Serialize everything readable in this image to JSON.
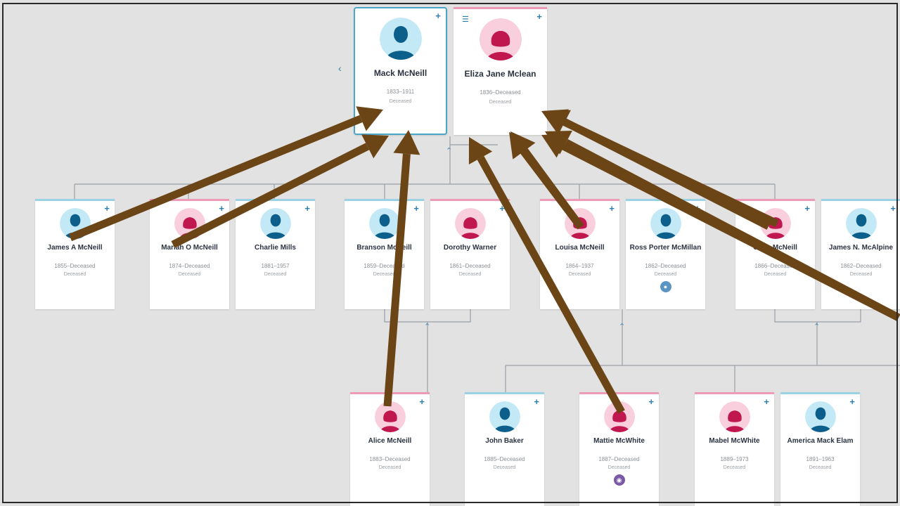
{
  "tree": {
    "parents": [
      {
        "key": "mack",
        "name": "Mack McNeill",
        "dates": "1833–1911",
        "place": "Deceased",
        "gender": "male",
        "selected": true
      },
      {
        "key": "eliza",
        "name": "Eliza Jane Mclean",
        "dates": "1836–Deceased",
        "place": "Deceased",
        "gender": "female"
      }
    ],
    "children": [
      {
        "key": "james",
        "name": "James A McNeill",
        "dates": "1855–Deceased",
        "place": "Deceased",
        "gender": "male"
      },
      {
        "key": "mariah",
        "name": "Mariah O McNeill",
        "dates": "1874–Deceased",
        "place": "Deceased",
        "gender": "female"
      },
      {
        "key": "charlie",
        "name": "Charlie Mills",
        "dates": "1881–1957",
        "place": "Deceased",
        "gender": "male"
      },
      {
        "key": "branson",
        "name": "Branson McNeill",
        "dates": "1859–Deceased",
        "place": "Deceased",
        "gender": "male"
      },
      {
        "key": "dorothy",
        "name": "Dorothy Warner",
        "dates": "1861–Deceased",
        "place": "Deceased",
        "gender": "female"
      },
      {
        "key": "louisa",
        "name": "Louisa McNeill",
        "dates": "1864–1937",
        "place": "Deceased",
        "gender": "female"
      },
      {
        "key": "ross",
        "name": "Ross Porter McMillan",
        "dates": "1862–Deceased",
        "place": "Deceased",
        "gender": "male",
        "badge": "memory"
      },
      {
        "key": "clara",
        "name": "Clara McNeill",
        "dates": "1866–Deceased",
        "place": "Deceased",
        "gender": "female"
      },
      {
        "key": "jamesn",
        "name": "James N. McAlpine",
        "dates": "1862–Deceased",
        "place": "Deceased",
        "gender": "male"
      }
    ],
    "grandchildren": [
      {
        "key": "alice",
        "name": "Alice McNeill",
        "dates": "1883–Deceased",
        "place": "Deceased",
        "gender": "female"
      },
      {
        "key": "john",
        "name": "John Baker",
        "dates": "1885–Deceased",
        "place": "Deceased",
        "gender": "male"
      },
      {
        "key": "mattie",
        "name": "Mattie McWhite",
        "dates": "1887–Deceased",
        "place": "Deceased",
        "gender": "female",
        "badge": "photo"
      },
      {
        "key": "mabel",
        "name": "Mabel McWhite",
        "dates": "1889–1973",
        "place": "Deceased",
        "gender": "female"
      },
      {
        "key": "america",
        "name": "America Mack Elam",
        "dates": "1891–1963",
        "place": "Deceased",
        "gender": "male"
      }
    ]
  },
  "icons": {
    "add": "add-relative-icon",
    "tree": "family-tree-icon",
    "back": "chevron-left-icon",
    "expand": "chevron-up-icon",
    "person": "person-silhouette-icon"
  },
  "colors": {
    "male_accent": "#9ad1e4",
    "female_accent": "#ee9bb7",
    "male_avatar_bg": "#c4e9f6",
    "male_silhouette": "#0c5f8a",
    "female_avatar_bg": "#f9cfdd",
    "female_silhouette": "#c0174f",
    "arrow": "#6b4516",
    "background": "#e1e2e1"
  },
  "annotations": {
    "arrow_count": 10
  }
}
